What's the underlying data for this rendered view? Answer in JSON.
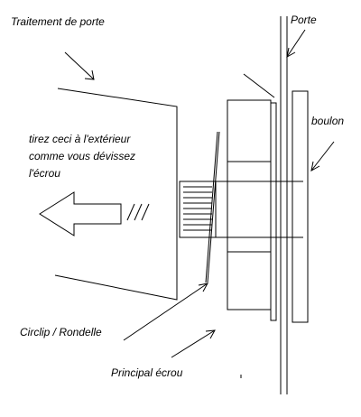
{
  "labels": {
    "title": "Traitement de porte",
    "door": "Porte",
    "bolt": "boulon",
    "instruction_line1": "tirez ceci à l'extérieur",
    "instruction_line2": "comme vous dévissez",
    "instruction_line3": "l'écrou",
    "circlip": "Circlip / Rondelle",
    "main_nut": "Principal écrou"
  },
  "colors": {
    "stroke": "#000000",
    "background": "#ffffff"
  }
}
